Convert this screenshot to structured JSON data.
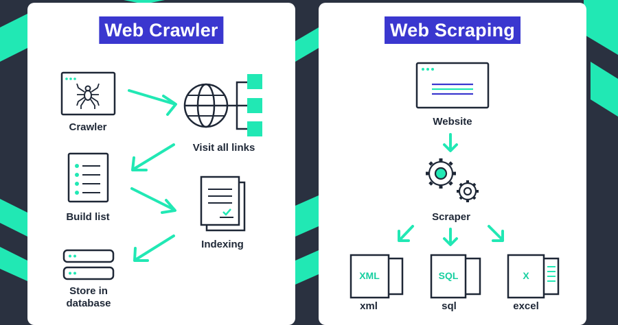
{
  "colors": {
    "background": "#2a3140",
    "accent": "#21e8b4",
    "title_bg": "#3a37cf",
    "ink": "#1e2736",
    "panel": "#ffffff"
  },
  "web_crawler": {
    "title": "Web Crawler",
    "steps": {
      "crawler": {
        "label": "Crawler",
        "icon": "spider-icon"
      },
      "visit_links": {
        "label": "Visit all links",
        "icon": "globe-icon"
      },
      "build_list": {
        "label": "Build list",
        "icon": "list-icon"
      },
      "indexing": {
        "label": "Indexing",
        "icon": "document-check-icon"
      },
      "store": {
        "label": "Store in database",
        "icon": "database-icon"
      }
    }
  },
  "web_scraping": {
    "title": "Web Scraping",
    "steps": {
      "website": {
        "label": "Website",
        "icon": "browser-window-icon"
      },
      "scraper": {
        "label": "Scraper",
        "icon": "gears-icon"
      }
    },
    "outputs": [
      {
        "label": "xml",
        "doc_text": "XML"
      },
      {
        "label": "sql",
        "doc_text": "SQL"
      },
      {
        "label": "excel",
        "doc_text": "X"
      }
    ]
  }
}
